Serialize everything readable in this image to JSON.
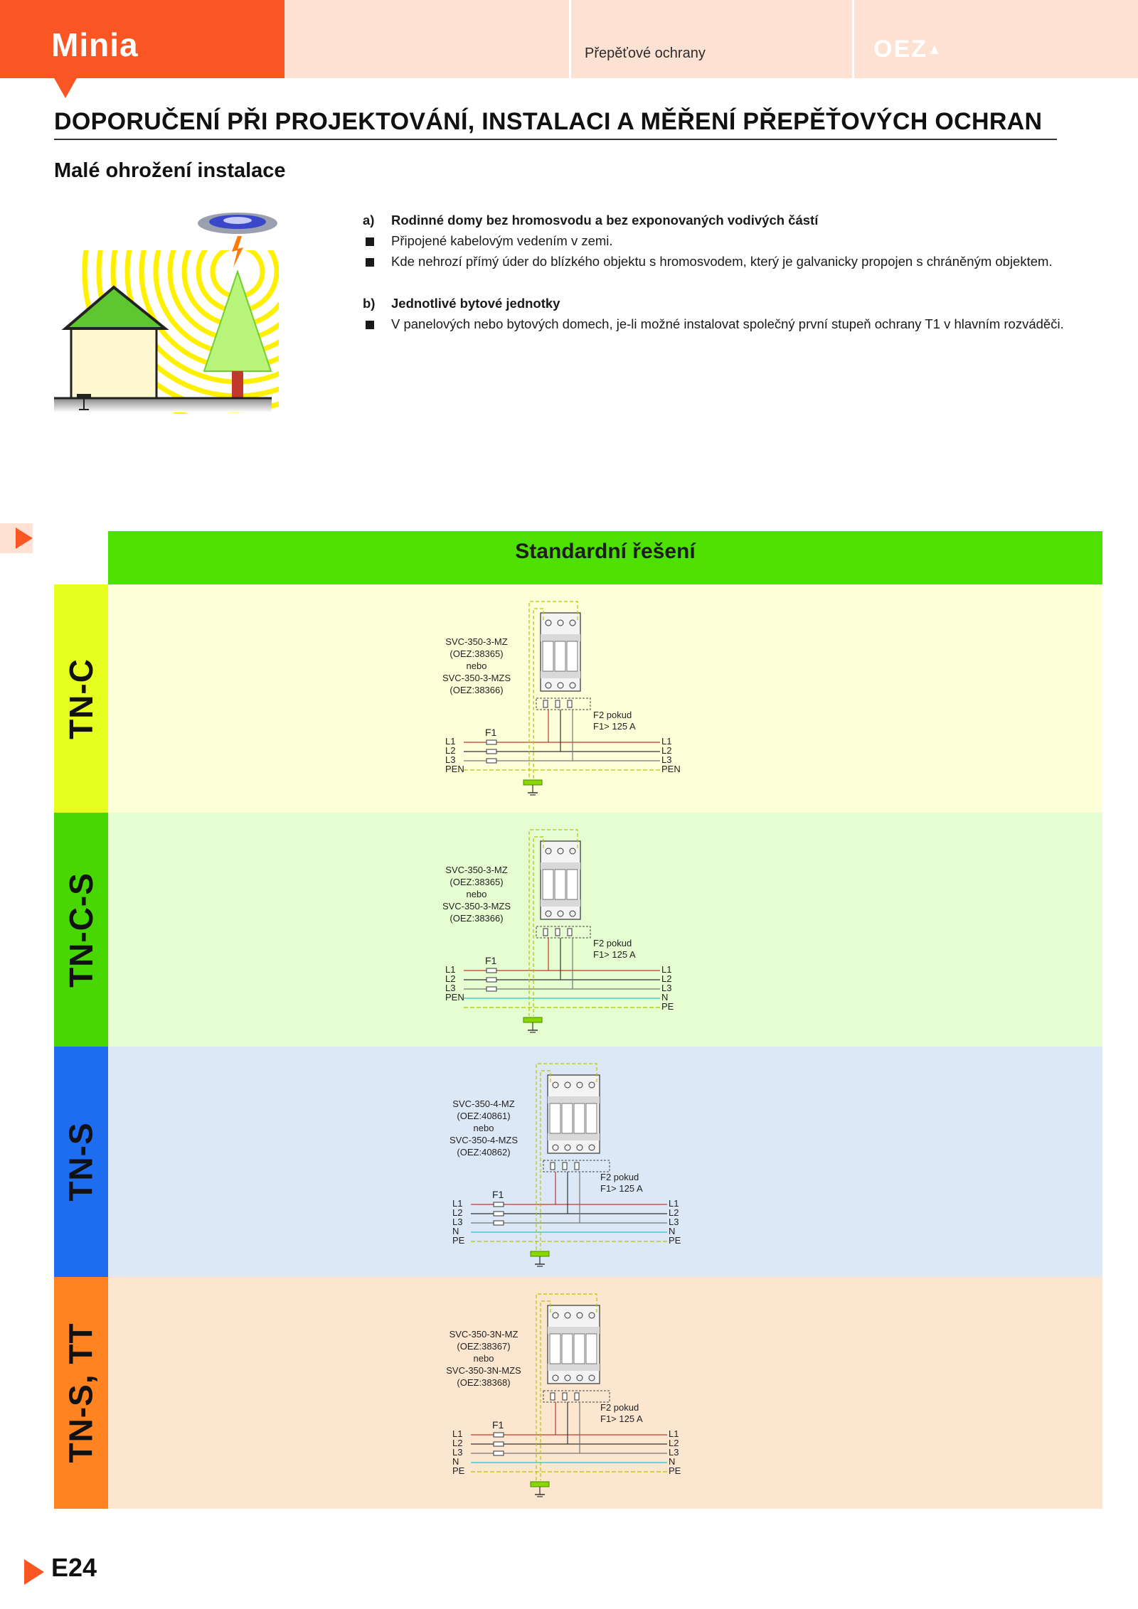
{
  "header": {
    "brand": "Minia",
    "section": "Přepěťové ochrany",
    "logo": "OEZ"
  },
  "title": "DOPORUČENÍ PŘI PROJEKTOVÁNÍ, INSTALACI A MĚŘENÍ PŘEPĚŤOVÝCH OCHRAN",
  "subtitle": "Malé ohrožení instalace",
  "sections": [
    {
      "marker": "a)",
      "heading": "Rodinné domy bez hromosvodu a bez exponovaných vodivých částí",
      "bullets": [
        "Připojené kabelovým vedením v zemi.",
        "Kde nehrozí přímý úder do blízkého objektu s hromosvodem, který je galvanicky propojen s chráněným objektem."
      ]
    },
    {
      "marker": "b)",
      "heading": "Jednotlivé bytové jednotky",
      "bullets": [
        "V panelových nebo bytových domech, je-li možné instalovat společný první stupeň ochrany T1 v hlavním rozváděči."
      ]
    }
  ],
  "table": {
    "header": "Standardní řešení",
    "rows": [
      {
        "label": "TN-C",
        "color": "#e6ff1e",
        "bg": "#fdffd8",
        "device": [
          "SVC-350-3-MZ",
          "(OEZ:38365)",
          "nebo",
          "SVC-350-3-MZS",
          "(OEZ:38366)"
        ],
        "fuse": "F1",
        "note": [
          "F2 pokud",
          "F1> 125 A"
        ],
        "left": [
          "L1",
          "L2",
          "L3",
          "PEN"
        ],
        "right": [
          "L1",
          "L2",
          "L3",
          "PEN"
        ]
      },
      {
        "label": "TN-C-S",
        "color": "#48d700",
        "bg": "#e5fdd0",
        "device": [
          "SVC-350-3-MZ",
          "(OEZ:38365)",
          "nebo",
          "SVC-350-3-MZS",
          "(OEZ:38366)"
        ],
        "fuse": "F1",
        "note": [
          "F2 pokud",
          "F1> 125 A"
        ],
        "left": [
          "L1",
          "L2",
          "L3",
          "PEN"
        ],
        "right": [
          "L1",
          "L2",
          "L3",
          "N",
          "PE"
        ]
      },
      {
        "label": "TN-S",
        "color": "#1e6cf0",
        "bg": "#dde8f7",
        "device": [
          "SVC-350-4-MZ",
          "(OEZ:40861)",
          "nebo",
          "SVC-350-4-MZS",
          "(OEZ:40862)"
        ],
        "fuse": "F1",
        "note": [
          "F2 pokud",
          "F1> 125 A"
        ],
        "left": [
          "L1",
          "L2",
          "L3",
          "N",
          "PE"
        ],
        "right": [
          "L1",
          "L2",
          "L3",
          "N",
          "PE"
        ]
      },
      {
        "label": "TN-S, TT",
        "color": "#ff8320",
        "bg": "#fde6cf",
        "device": [
          "SVC-350-3N-MZ",
          "(OEZ:38367)",
          "nebo",
          "SVC-350-3N-MZS",
          "(OEZ:38368)"
        ],
        "fuse": "F1",
        "note": [
          "F2 pokud",
          "F1> 125 A"
        ],
        "left": [
          "L1",
          "L2",
          "L3",
          "N",
          "PE"
        ],
        "right": [
          "L1",
          "L2",
          "L3",
          "N",
          "PE"
        ]
      }
    ]
  },
  "page_number": "E24"
}
